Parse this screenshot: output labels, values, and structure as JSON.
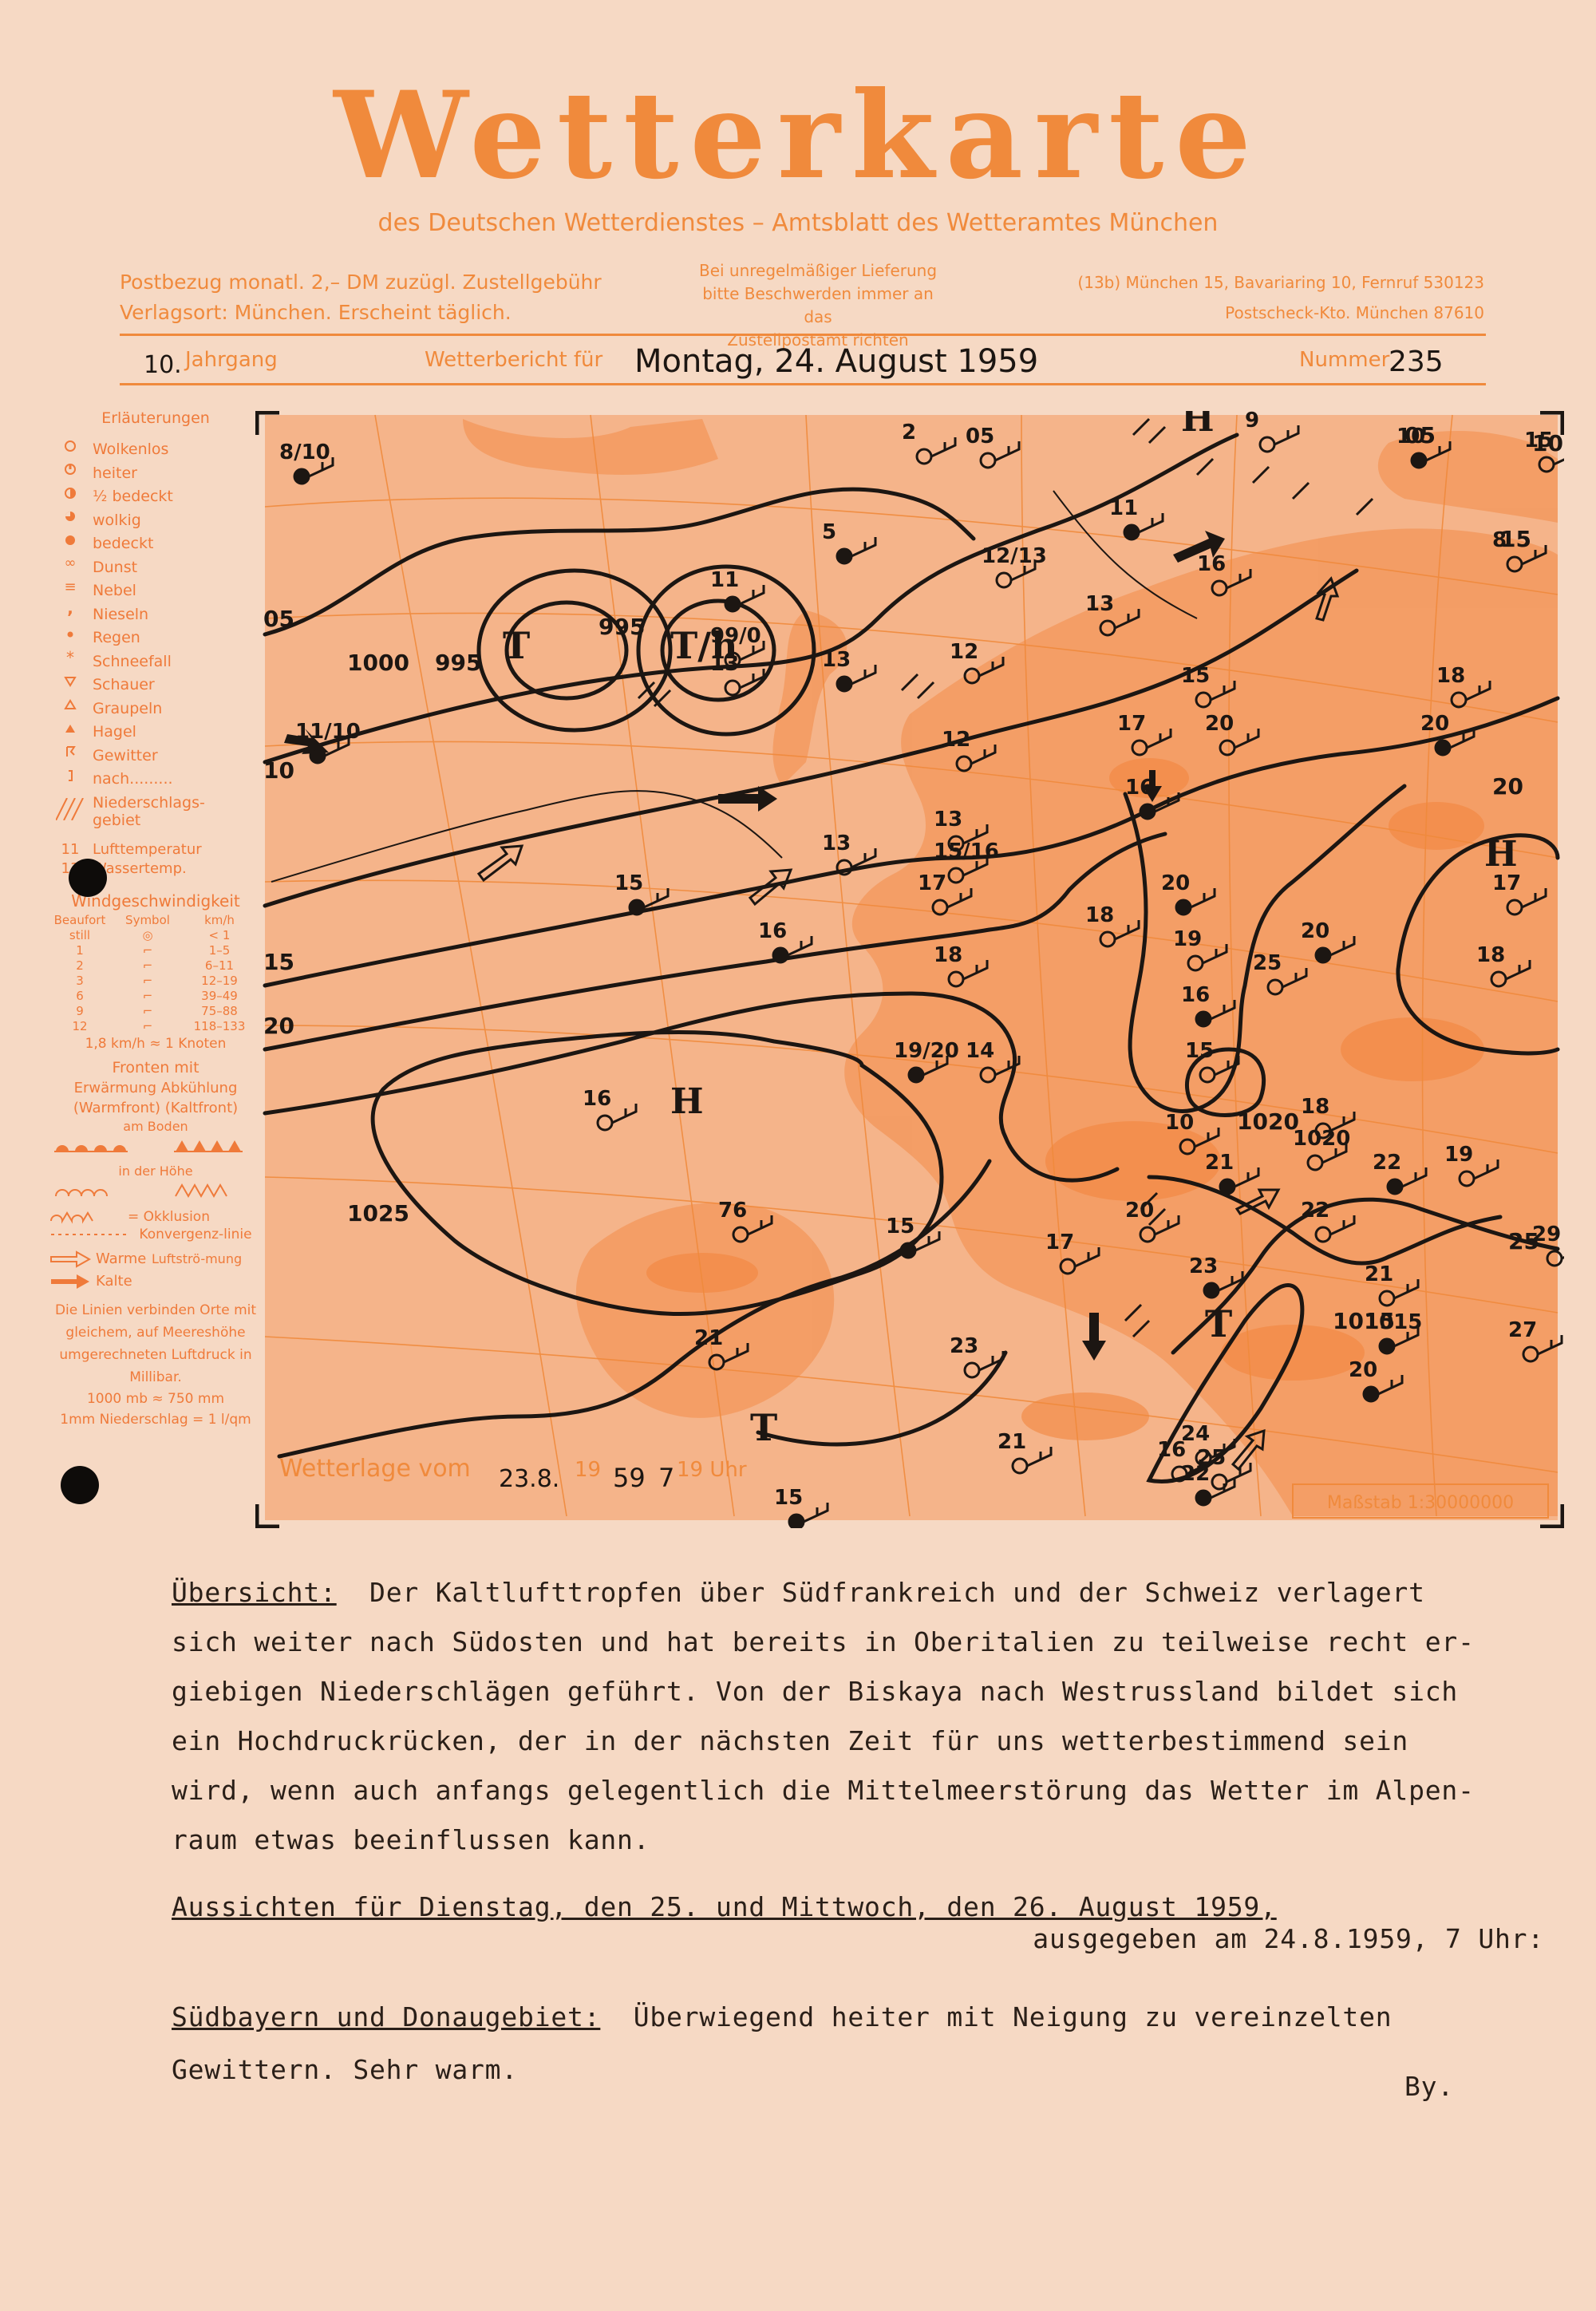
{
  "header": {
    "title": "Wetterkarte",
    "subtitle": "des Deutschen Wetterdienstes – Amtsblatt des Wetteramtes München",
    "left_line1": "Postbezug monatl. 2,– DM zuzügl. Zustellgebühr",
    "left_line2": "Verlagsort: München. Erscheint täglich.",
    "center_line1": "Bei unregelmäßiger Lieferung",
    "center_line2": "bitte Beschwerden immer an das",
    "center_line3": "Zustellpostamt richten",
    "right_line1": "(13b) München 15, Bavariaring 10, Fernruf 530123",
    "right_line2": "Postscheck-Kto. München 87610",
    "year_number": "10.",
    "year_label": "Jahrgang",
    "report_label": "Wetterbericht für",
    "date": "Montag, 24. August 1959",
    "number_label": "Nummer",
    "number": "235"
  },
  "legend": {
    "title": "Erläuterungen",
    "cloud_items": [
      {
        "icon": "open-circle-icon",
        "label": "Wolkenlos"
      },
      {
        "icon": "circle-quarter-icon",
        "label": "heiter"
      },
      {
        "icon": "circle-half-icon",
        "label": "½ bedeckt"
      },
      {
        "icon": "circle-threequarter-icon",
        "label": "wolkig"
      },
      {
        "icon": "filled-circle-icon",
        "label": "bedeckt"
      },
      {
        "icon": "infinity-icon",
        "label": "Dunst"
      },
      {
        "icon": "triple-bar-icon",
        "label": "Nebel"
      },
      {
        "icon": "comma-icon",
        "label": "Nieseln"
      },
      {
        "icon": "dot-icon",
        "label": "Regen"
      },
      {
        "icon": "asterisk-icon",
        "label": "Schneefall"
      },
      {
        "icon": "down-triangle-icon",
        "label": "Schauer"
      },
      {
        "icon": "open-triangle-icon",
        "label": "Graupeln"
      },
      {
        "icon": "filled-triangle-icon",
        "label": "Hagel"
      },
      {
        "icon": "thunderstorm-icon",
        "label": "Gewitter"
      },
      {
        "icon": "bracket-icon",
        "label": "nach........."
      }
    ],
    "precip_label": "Niederschlags-gebiet",
    "temp_air": "Lufttemperatur",
    "temp_air_num": "11",
    "temp_water": "Wassertemp.",
    "temp_water_num": "13",
    "wind_title": "Windgeschwindigkeit",
    "wind_cols": [
      "Beaufort",
      "Symbol",
      "km/h"
    ],
    "wind_rows": [
      [
        "still",
        "◎",
        "< 1"
      ],
      [
        "1",
        "⌐",
        "1–5"
      ],
      [
        "2",
        "⌐",
        "6–11"
      ],
      [
        "3",
        "⌐",
        "12–19"
      ],
      [
        "6",
        "⌐",
        "39–49"
      ],
      [
        "9",
        "⌐",
        "75–88"
      ],
      [
        "12",
        "⌐",
        "118–133"
      ]
    ],
    "knot_note": "1,8 km/h ≈ 1 Knoten",
    "fronts_title": "Fronten mit",
    "fronts_warm_cold": "Erwärmung  Abkühlung",
    "fronts_paren": "(Warmfront)  (Kaltfront)",
    "fronts_ground": "am Boden",
    "fronts_upper": "in der Höhe",
    "occlusion": "= Okklusion",
    "convergence": "Konvergenz-linie",
    "warm_label": "Warme",
    "cold_label": "Kalte",
    "airflow_label": "Luftströ-mung",
    "isobar_note": "Die Linien verbinden Orte mit gleichem, auf Meereshöhe umgerechneten Luftdruck in Millibar.",
    "mb_note": "1000 mb ≈ 750 mm",
    "precip_note": "1mm Niederschlag = 1 l/qm"
  },
  "map": {
    "caption_prefix": "Wetterlage vom",
    "caption_date": "23.8.",
    "caption_year_printed": "19",
    "caption_year_hand": "59",
    "caption_hour": "7",
    "caption_uhr": "19 Uhr",
    "scale": "Maßstab 1:30000000",
    "isobar_labels": [
      "1000",
      "995",
      "995",
      "05",
      "10",
      "15",
      "20",
      "1025",
      "1020",
      "1015",
      "05",
      "10",
      "15",
      "20",
      "25"
    ],
    "high_labels": [
      "H",
      "H",
      "H"
    ],
    "low_labels": [
      "T",
      "T/h",
      "T",
      "T"
    ],
    "station_values": [
      "8/10",
      "2",
      "05",
      "10",
      "15",
      "9",
      "11",
      "8",
      "16",
      "5",
      "12/13",
      "13",
      "11",
      "99/0",
      "13",
      "13",
      "12",
      "12",
      "11/10",
      "15",
      "18",
      "20",
      "20",
      "17",
      "16",
      "13",
      "15/16",
      "15",
      "13",
      "17",
      "16",
      "18",
      "18",
      "20",
      "19",
      "25",
      "20",
      "18",
      "17",
      "16",
      "15",
      "14",
      "19/20",
      "16",
      "10",
      "21",
      "1020",
      "18",
      "22",
      "19",
      "76",
      "15",
      "20",
      "17",
      "23",
      "22",
      "21",
      "1015",
      "29",
      "27",
      "15",
      "21",
      "23",
      "20",
      "21",
      "24",
      "22",
      "16",
      "25"
    ]
  },
  "text": {
    "overview_label": "Übersicht:",
    "overview_lines": [
      "Der Kaltlufttropfen über Südfrankreich und der Schweiz verlagert",
      "sich weiter nach Südosten und hat bereits in Oberitalien zu teilweise recht er-",
      "giebigen Niederschlägen geführt. Von der Biskaya nach Westrussland bildet sich",
      "ein Hochdruckrücken, der in der nächsten Zeit für uns wetterbestimmend sein",
      "wird, wenn auch anfangs gelegentlich die Mittelmeerstörung das Wetter im Alpen-",
      "raum etwas beeinflussen kann."
    ],
    "outlook": "Aussichten für Dienstag, den  25. und Mittwoch, den 26. August 1959,",
    "issued": "ausgegeben am 24.8.1959, 7 Uhr:",
    "region_label": "Südbayern und Donaugebiet:",
    "region_text_1": "Überwiegend heiter mit Neigung zu vereinzelten",
    "region_text_2": "Gewittern. Sehr warm.",
    "signature": "By."
  },
  "colors": {
    "paper": "#f6d9c4",
    "print_orange": "#f08a3c",
    "ink": "#1c1612"
  }
}
